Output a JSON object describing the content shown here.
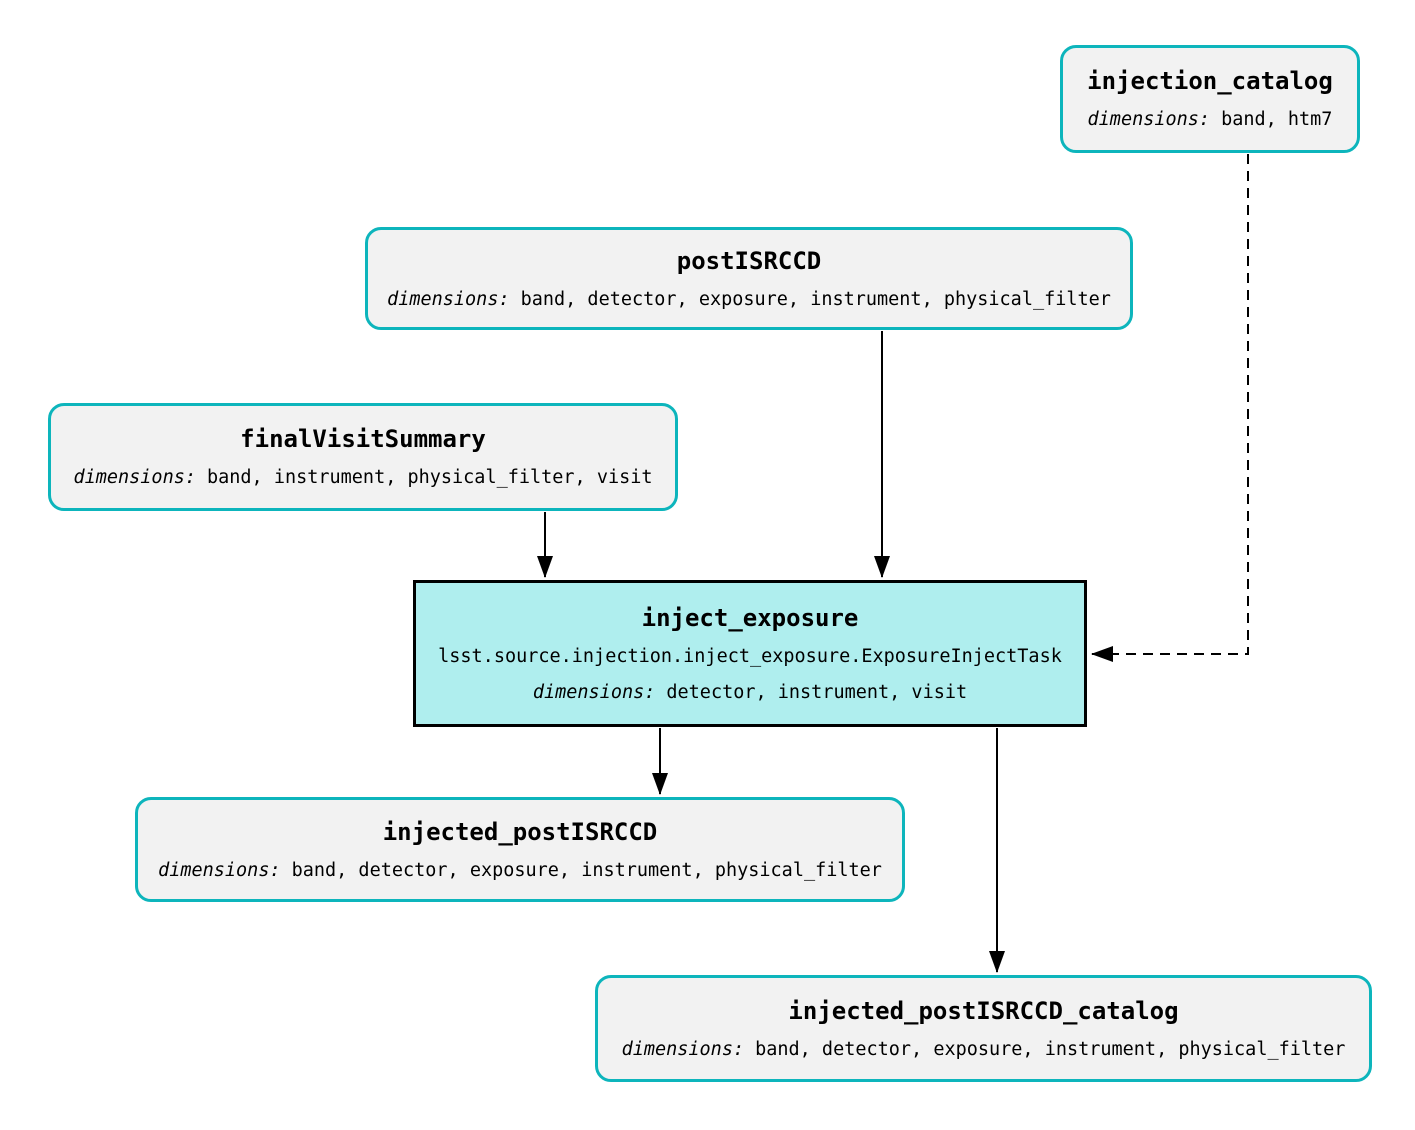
{
  "diagram": {
    "nodes": {
      "injection_catalog": {
        "title": "injection_catalog",
        "dimensions_label": "dimensions:",
        "dimensions": "band, htm7"
      },
      "postISRCCD": {
        "title": "postISRCCD",
        "dimensions_label": "dimensions:",
        "dimensions": "band, detector, exposure, instrument, physical_filter"
      },
      "finalVisitSummary": {
        "title": "finalVisitSummary",
        "dimensions_label": "dimensions:",
        "dimensions": "band, instrument, physical_filter, visit"
      },
      "inject_exposure": {
        "title": "inject_exposure",
        "task_class": "lsst.source.injection.inject_exposure.ExposureInjectTask",
        "dimensions_label": "dimensions:",
        "dimensions": "detector, instrument, visit"
      },
      "injected_postISRCCD": {
        "title": "injected_postISRCCD",
        "dimensions_label": "dimensions:",
        "dimensions": "band, detector, exposure, instrument, physical_filter"
      },
      "injected_postISRCCD_catalog": {
        "title": "injected_postISRCCD_catalog",
        "dimensions_label": "dimensions:",
        "dimensions": "band, detector, exposure, instrument, physical_filter"
      }
    },
    "colors": {
      "dataset_border": "#0db5bc",
      "dataset_fill": "#f2f2f2",
      "task_fill": "#afeeee",
      "task_border": "#000000",
      "edge_color": "#000000",
      "background": "#ffffff",
      "text": "#000000"
    }
  }
}
